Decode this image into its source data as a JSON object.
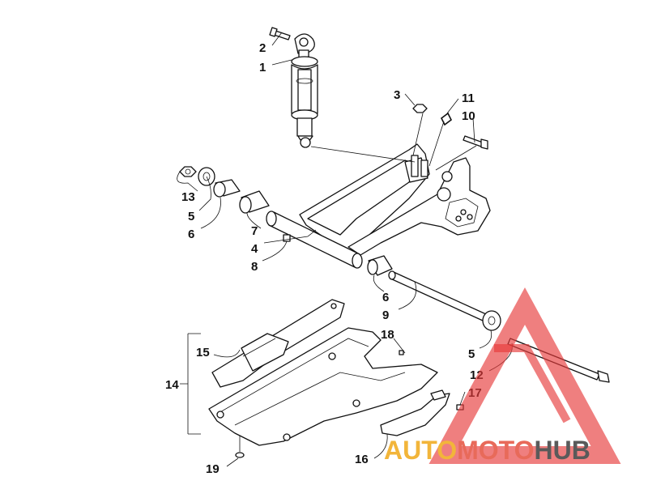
{
  "callouts": {
    "c1": "1",
    "c2": "2",
    "c3": "3",
    "c4": "4",
    "c5a": "5",
    "c5b": "5",
    "c6a": "6",
    "c6b": "6",
    "c7": "7",
    "c8": "8",
    "c9": "9",
    "c10": "10",
    "c11": "11",
    "c12": "12",
    "c13": "13",
    "c14": "14",
    "c15": "15",
    "c16": "16",
    "c17": "17",
    "c18": "18",
    "c19": "19"
  },
  "watermark": {
    "part1": "AUTO",
    "part2": "MOTO",
    "part3": "HUB",
    "colors": {
      "auto": "#f2b53a",
      "moto": "#e86a5a",
      "hub": "#5a5a5a",
      "triangle": "#e63b3b"
    }
  }
}
